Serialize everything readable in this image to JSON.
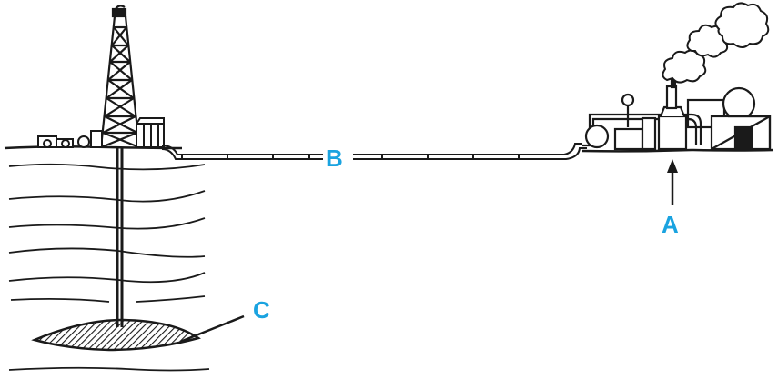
{
  "labels": {
    "a": "A",
    "b": "B",
    "c": "C"
  },
  "colors": {
    "ink": "#1a1a1a",
    "label": "#1aa3e0"
  }
}
